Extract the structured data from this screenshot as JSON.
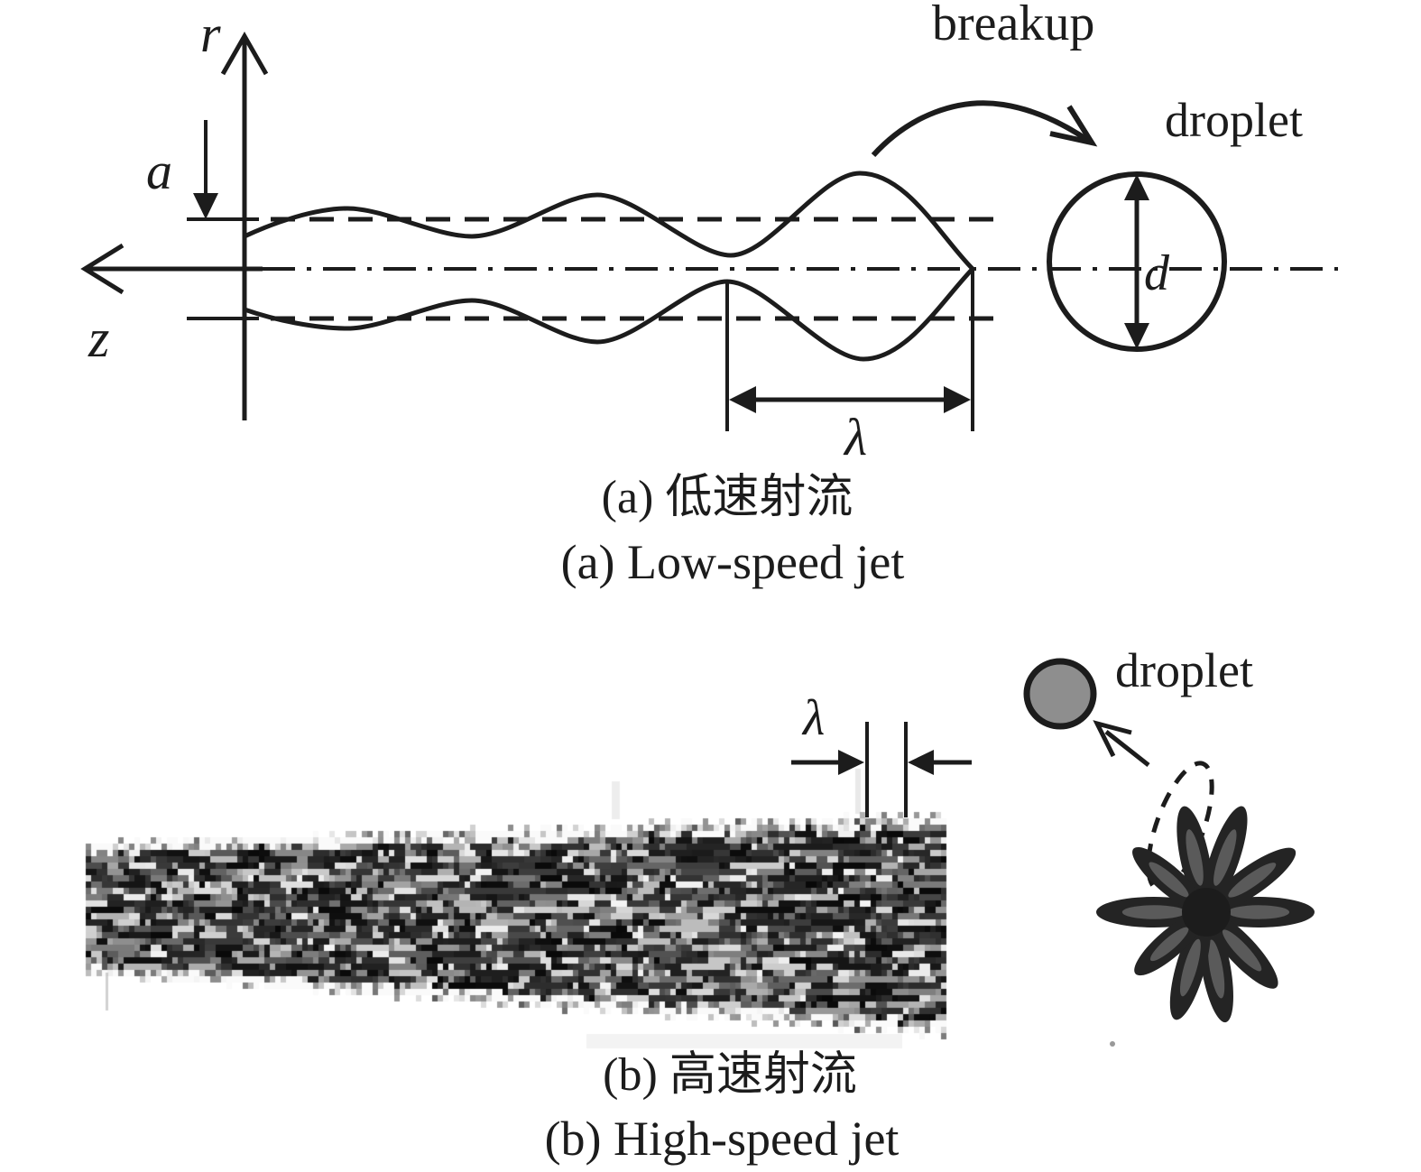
{
  "figure_a": {
    "breakup_label": "breakup",
    "droplet_label": "droplet",
    "axis_r_label": "r",
    "axis_z_label": "z",
    "amplitude_label": "a",
    "wavelength_label": "λ",
    "diameter_label": "d",
    "caption_zh": "(a) 低速射流",
    "caption_en": "(a) Low-speed jet"
  },
  "figure_b": {
    "wavelength_label": "λ",
    "droplet_label": "droplet",
    "caption_zh": "(b) 高速射流",
    "caption_en": "(b) High-speed jet"
  },
  "colors": {
    "ink": "#1c1c1c",
    "droplet_fill": "#8e8e8e",
    "background": "#ffffff"
  }
}
